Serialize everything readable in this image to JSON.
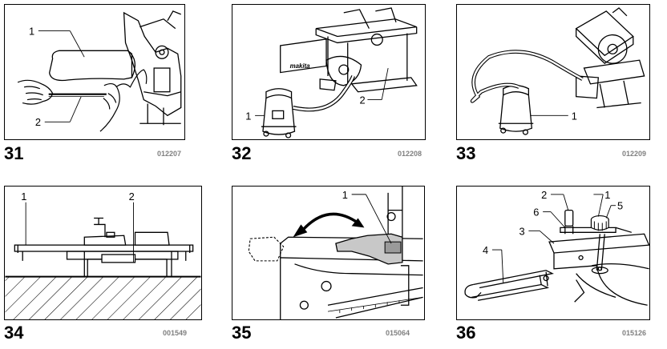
{
  "figures": [
    {
      "number": "31",
      "code": "012207",
      "callouts": [
        "1",
        "2"
      ]
    },
    {
      "number": "32",
      "code": "012208",
      "callouts": [
        "1",
        "2"
      ]
    },
    {
      "number": "33",
      "code": "012209",
      "callouts": [
        "1"
      ]
    },
    {
      "number": "34",
      "code": "001549",
      "callouts": [
        "1",
        "2"
      ]
    },
    {
      "number": "35",
      "code": "015064",
      "callouts": [
        "1"
      ]
    },
    {
      "number": "36",
      "code": "015126",
      "callouts": [
        "1",
        "2",
        "3",
        "4",
        "5",
        "6"
      ]
    }
  ]
}
